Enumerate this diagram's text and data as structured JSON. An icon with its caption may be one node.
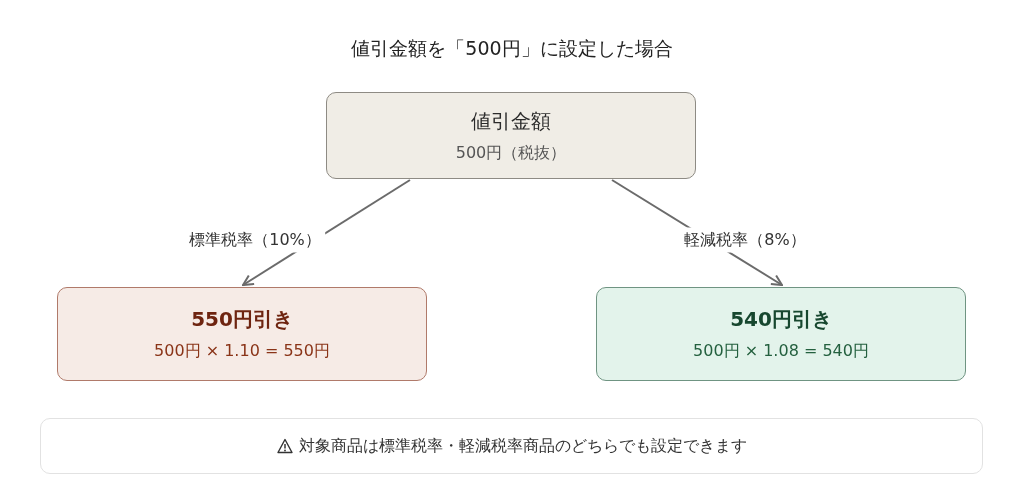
{
  "diagram": {
    "title": "値引金額を「500円」に設定した場合",
    "nodes": [
      {
        "text": [
          "値引金額",
          "500円（税抜）"
        ]
      },
      {
        "text": [
          "550円引き",
          "500円 × 1.10 = 550円"
        ]
      },
      {
        "text": [
          "540円引き",
          "500円 × 1.08 = 540円"
        ]
      },
      {
        "text": [
          "対象商品は標準税率・軽減税率商品のどちらでも設定できます"
        ]
      }
    ],
    "edges": [
      {
        "from": 0,
        "to": 1,
        "arrow": "to",
        "label": "標準税率（10%）"
      },
      {
        "from": 0,
        "to": 2,
        "arrow": "to",
        "label": "軽減税率（8%）"
      }
    ]
  }
}
